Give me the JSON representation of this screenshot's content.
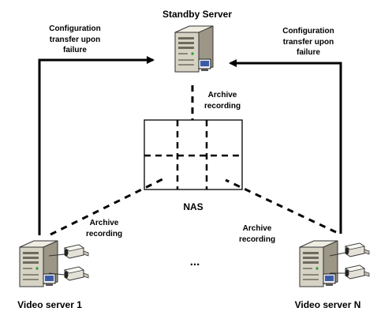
{
  "nodes": {
    "standby_server": "Standby Server",
    "video_server_1": "Video server 1",
    "video_server_n": "Video server N",
    "nas": "NAS",
    "ellipsis": "..."
  },
  "edges": {
    "left_failover": [
      "Configuration",
      "transfer upon",
      "failure"
    ],
    "right_failover": [
      "Configuration",
      "transfer upon",
      "failure"
    ],
    "nas_to_standby": [
      "Archive",
      "recording"
    ],
    "server1_to_nas": [
      "Archive",
      "recording"
    ],
    "servern_to_nas": [
      "Archive",
      "recording"
    ]
  },
  "colors": {
    "line": "#000000",
    "server_body": "#d6d2c4",
    "camera_body": "#e4e2d8"
  },
  "icons": {
    "server": "server-tower-icon",
    "camera": "security-camera-icon",
    "monitor": "monitor-icon"
  }
}
